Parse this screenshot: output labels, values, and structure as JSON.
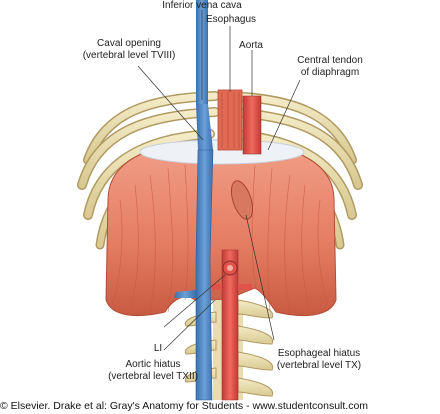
{
  "labels": {
    "ivc": "Inferior vena cava",
    "esophagus": "Esophagus",
    "aorta": "Aorta",
    "caval_line1": "Caval opening",
    "caval_line2": "(vertebral level TVIII)",
    "tendon_line1": "Central tendon",
    "tendon_line2": "of diaphragm",
    "li": "LI",
    "aortic_line1": "Aortic hiatus",
    "aortic_line2": "(vertebral level TXII)",
    "esoph_line1": "Esophageal hiatus",
    "esoph_line2": "(vertebral level TX)"
  },
  "copyright": "© Elsevier. Drake et al: Gray's Anatomy for Students - www.studentconsult.com",
  "colors": {
    "muscle": "#e8846a",
    "muscle_dark": "#c9593f",
    "bone": "#ece0b4",
    "bone_edge": "#b09a62",
    "vein": "#4f86c2",
    "artery": "#e0524a",
    "tendon": "#eef1f6"
  }
}
